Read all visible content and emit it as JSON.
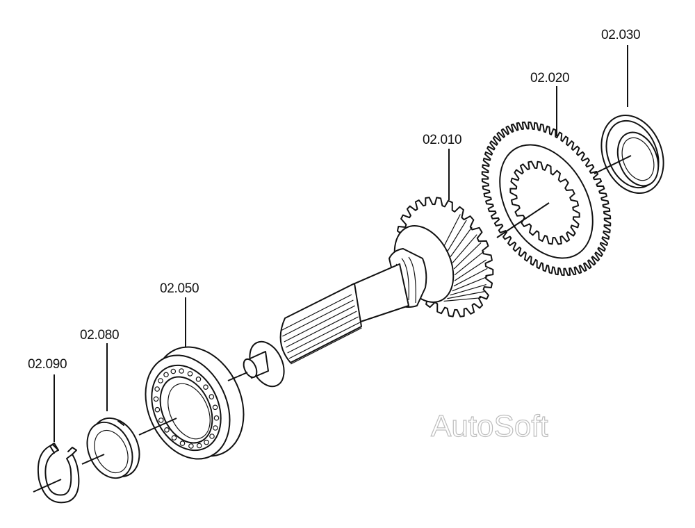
{
  "diagram": {
    "parts": [
      {
        "id": "gear",
        "label": "02.020"
      },
      {
        "id": "seal",
        "label": "02.030"
      },
      {
        "id": "shaft",
        "label": "02.010"
      },
      {
        "id": "bearing",
        "label": "02.050"
      },
      {
        "id": "ring",
        "label": "02.080"
      },
      {
        "id": "circlip",
        "label": "02.090"
      }
    ],
    "watermark": "AutoSoft"
  }
}
